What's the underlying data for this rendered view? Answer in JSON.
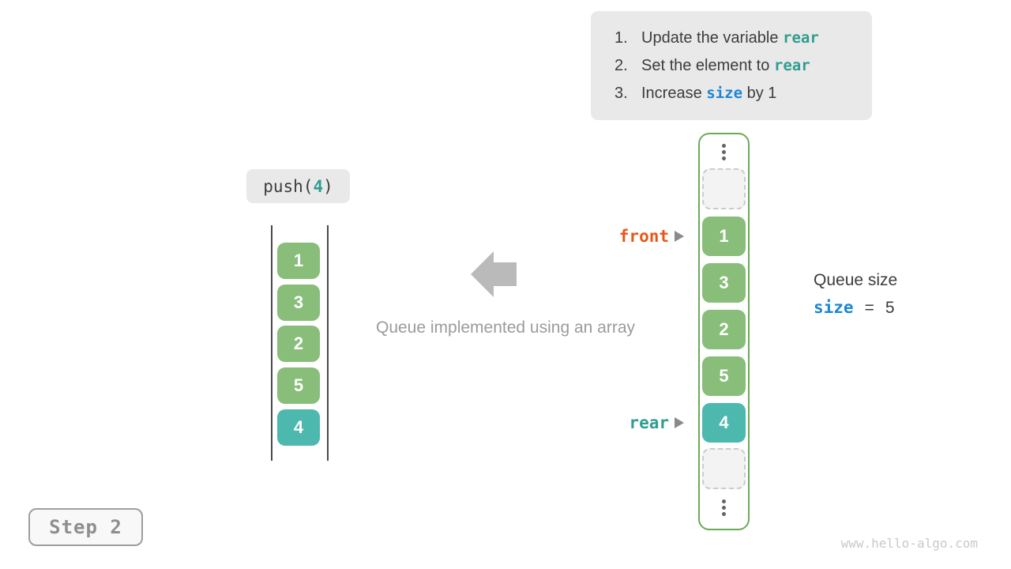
{
  "colors": {
    "box-green": "#88bd7a",
    "box-teal": "#4db8ae",
    "array-border-green": "#6aab57",
    "panel-gray": "#e9e9e9",
    "text-dark": "#3c3c3c",
    "code-teal": "#2f9d8f",
    "code-blue": "#1a87d6",
    "front-orange": "#e65818",
    "big-arrow-gray": "#bababa",
    "caption-gray": "#9b9b9b",
    "step-gray": "#8e8e8e",
    "watermark-gray": "#c9c9c9",
    "wall-dark": "#4a4a4a",
    "dots-gray": "#646464",
    "empty-fill": "#f3f3f3",
    "empty-border": "#cbcbcb",
    "pointer-gray": "#8a8a8a",
    "step-bg": "#f8f8f8",
    "step-border": "#9e9e9e",
    "cell-text": "#ffffff"
  },
  "instruction_panel": {
    "items": [
      {
        "num": "1.",
        "pre": "Update the variable ",
        "code": "rear",
        "post": ""
      },
      {
        "num": "2.",
        "pre": "Set the element to ",
        "code": "rear",
        "post": ""
      },
      {
        "num": "3.",
        "pre": "Increase ",
        "code": "size",
        "post": " by 1"
      }
    ]
  },
  "push_label": {
    "pre": "push(",
    "arg": "4",
    "post": ")"
  },
  "stack": {
    "values": [
      "1",
      "3",
      "2",
      "5",
      "4"
    ]
  },
  "caption": "Queue implemented using an array",
  "array": {
    "values": [
      "1",
      "3",
      "2",
      "5",
      "4"
    ]
  },
  "pointers": {
    "front_label": "front",
    "rear_label": "rear"
  },
  "queue_size": {
    "title": "Queue size",
    "variable": "size",
    "equals": "=",
    "value": "5"
  },
  "step_badge": "Step 2",
  "watermark": "www.hello-algo.com"
}
